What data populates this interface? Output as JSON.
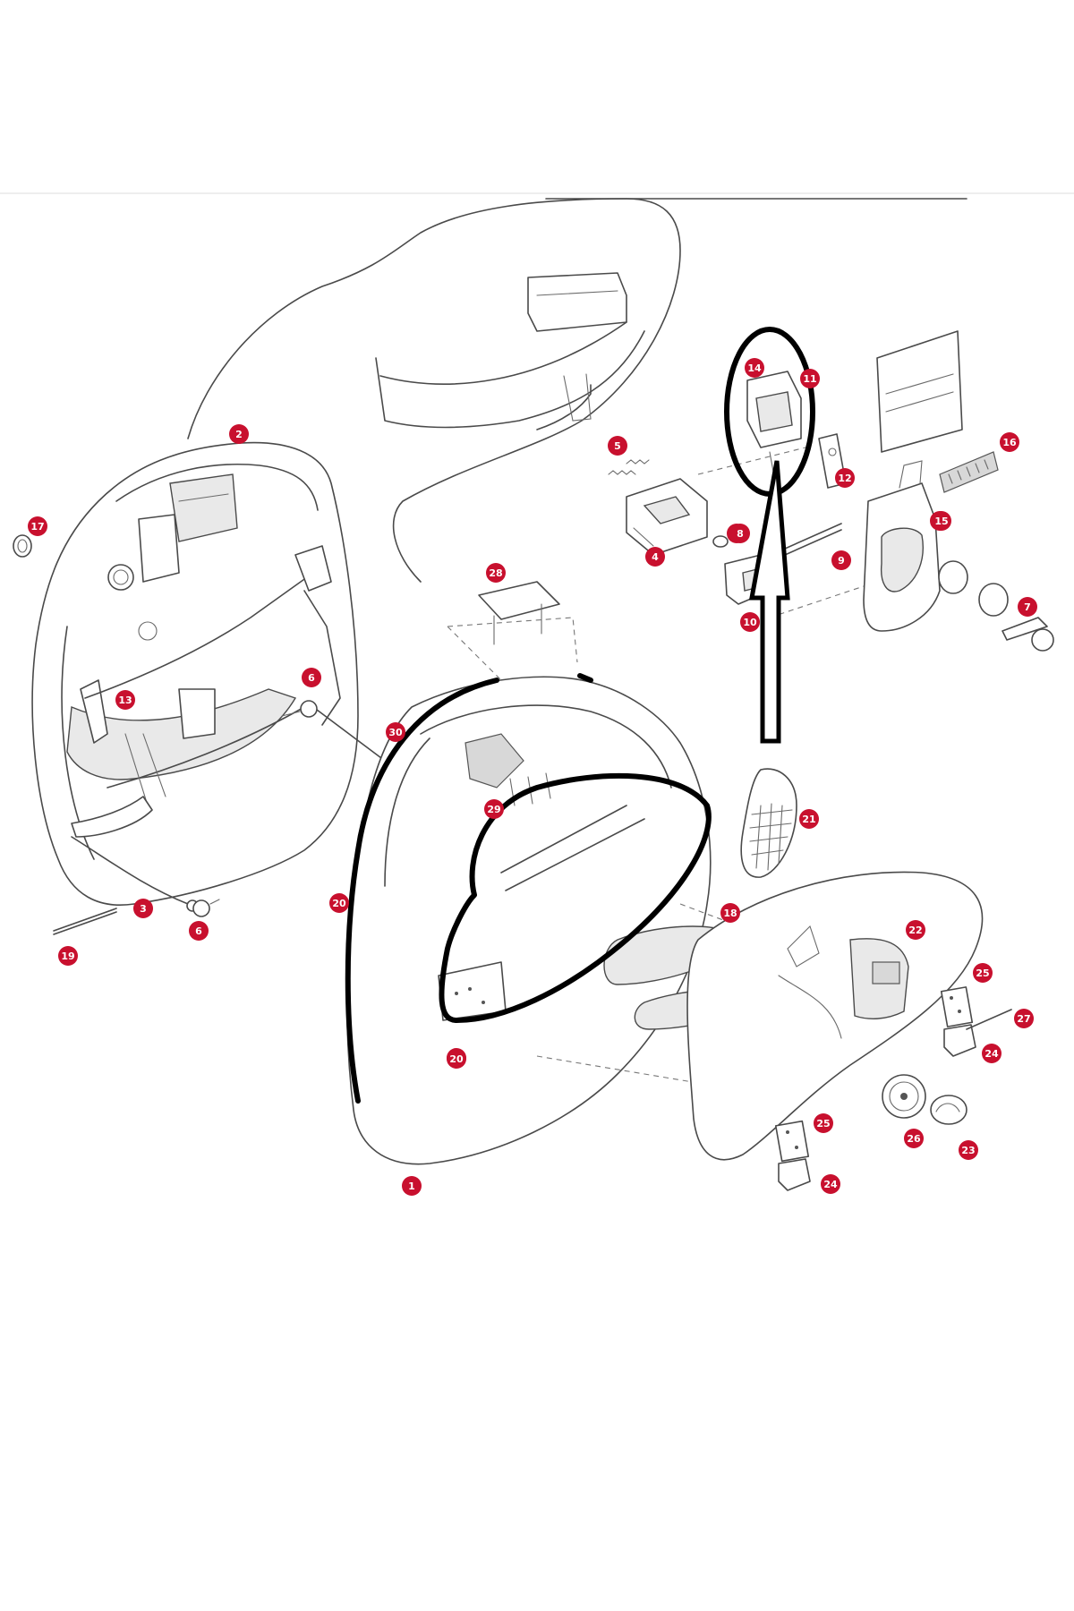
{
  "badges": [
    {
      "label": "1"
    },
    {
      "label": "2"
    },
    {
      "label": "3"
    },
    {
      "label": "4"
    },
    {
      "label": "5"
    },
    {
      "label": "6"
    },
    {
      "label": "6"
    },
    {
      "label": "7"
    },
    {
      "label": "8"
    },
    {
      "label": "9"
    },
    {
      "label": "10"
    },
    {
      "label": "11"
    },
    {
      "label": "12"
    },
    {
      "label": "13"
    },
    {
      "label": "14"
    },
    {
      "label": "15"
    },
    {
      "label": "16"
    },
    {
      "label": "17"
    },
    {
      "label": "18"
    },
    {
      "label": "19"
    },
    {
      "label": "20"
    },
    {
      "label": "21"
    },
    {
      "label": "22"
    },
    {
      "label": "23"
    },
    {
      "label": "24"
    },
    {
      "label": "24"
    },
    {
      "label": "25"
    },
    {
      "label": "25"
    },
    {
      "label": "26"
    },
    {
      "label": "27"
    },
    {
      "label": "28"
    },
    {
      "label": "29"
    },
    {
      "label": "30"
    },
    {
      "label": "13"
    },
    {
      "label": "8"
    },
    {
      "label": "3"
    },
    {
      "label": "15"
    },
    {
      "label": "20"
    }
  ],
  "colors": {
    "badge": "#c8102e",
    "line": "#4a4a4a",
    "highlight": "#000000",
    "background": "#ffffff"
  }
}
